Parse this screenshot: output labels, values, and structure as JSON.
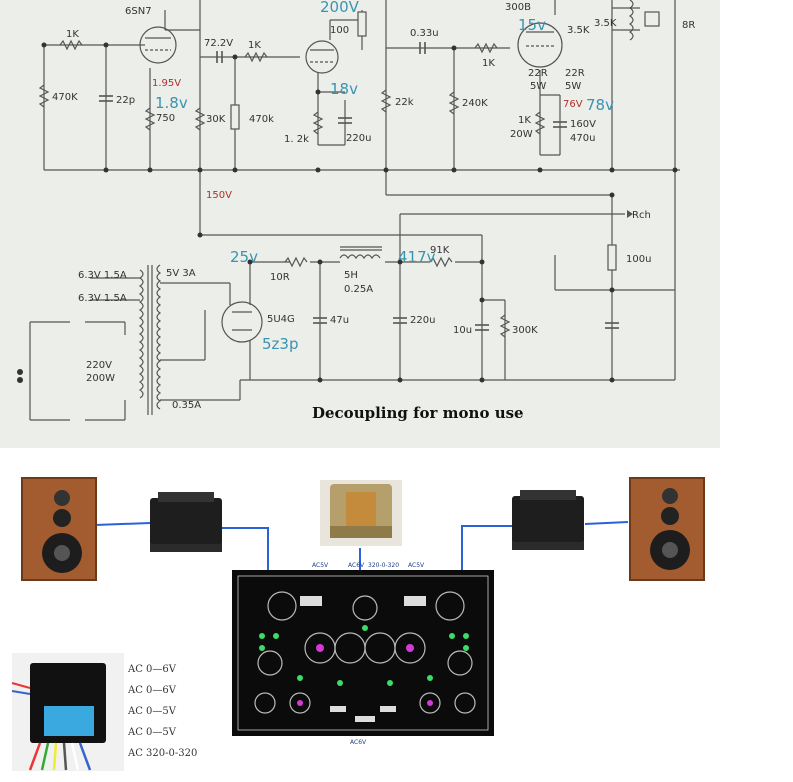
{
  "schematic": {
    "title": "Decoupling for mono use",
    "tubes": {
      "driver": "6SN7",
      "output": "300B",
      "rectifier": "5U4G"
    },
    "labels": {
      "r_1k_a": "1K",
      "r_470k_a": "470K",
      "c_22p": "22p",
      "v_195": "1.95V",
      "v_18": "1.8v",
      "r_750": "750",
      "v_722": "72.2V",
      "r_1k_b": "1K",
      "r_30k": "30K",
      "r_470k_b": "470k",
      "v_top": "200V",
      "r_100": "100",
      "v_18b": "18v",
      "r_12k": "1. 2k",
      "c_220u_a": "220u",
      "c_033": "0.33u",
      "r_1k_c": "1K",
      "r_22k": "22k",
      "r_240k": "240K",
      "v_15": "15v",
      "r_22r_a": "22R",
      "r_22r_b": "22R",
      "w_5w_a": "5W",
      "w_5w_b": "5W",
      "v_76": "76V",
      "v_78": "78v",
      "r_1k_d": "1K",
      "w_20w": "20W",
      "c_160v": "160V",
      "c_470u": "470u",
      "z_35k_a": "3.5K",
      "z_35k_b": "3.5K",
      "out_8r": "8R",
      "v_150": "150V",
      "rch": "Rch",
      "c_100u": "100u",
      "h_63_a": "6.3V 1.5A",
      "h_63_b": "6.3V 1.5A",
      "h_5v": "5V 3A",
      "v_25": "25v",
      "r_10r": "10R",
      "l_5h": "5H",
      "l_025a": "0.25A",
      "v_417": "417v",
      "r_91k": "91K",
      "c_47u": "47u",
      "c_220u_b": "220u",
      "c_10u": "10u",
      "r_300k": "300K",
      "v_5z3p": "5z3p",
      "mains_220": "220V",
      "mains_200w": "200W",
      "sec_035a": "0.35A"
    }
  },
  "photos": {
    "pcb_labels": {
      "ac5v_l": "AC5V",
      "ac6v_t": "AC6V",
      "hv": "320-0-320",
      "ac5v_r": "AC5V",
      "ac6v_b": "AC6V"
    },
    "transformer_taps": [
      "AC 0—6V",
      "AC 0—6V",
      "AC 0—5V",
      "AC 0—5V",
      "AC 320-0-320"
    ]
  }
}
